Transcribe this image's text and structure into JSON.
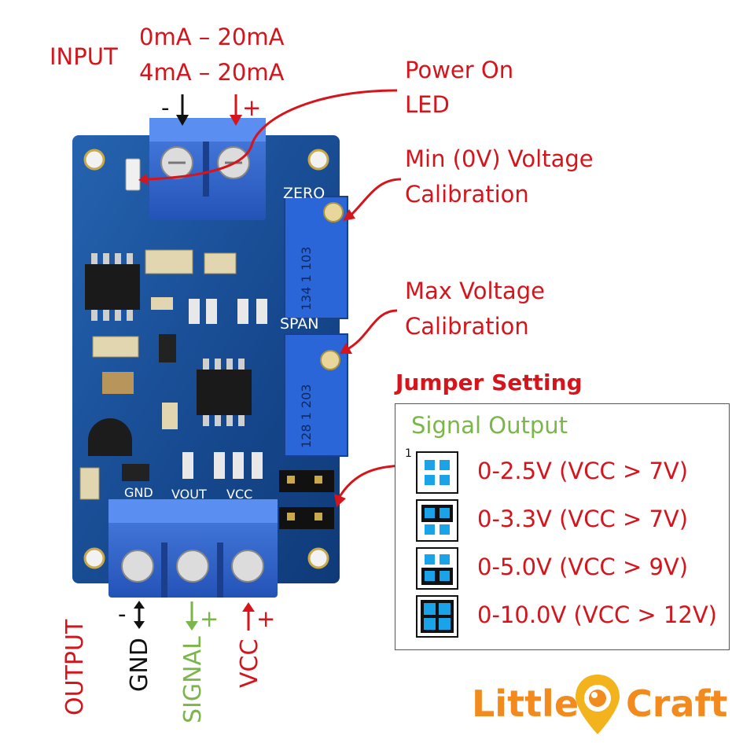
{
  "input": {
    "label": "INPUT",
    "range_1": "0mA – 20mA",
    "range_2": "4mA – 20mA",
    "minus": "-",
    "plus": "+"
  },
  "annotations": {
    "power_led_1": "Power On",
    "power_led_2": "LED",
    "min_cal_1": "Min (0V) Voltage",
    "min_cal_2": "Calibration",
    "max_cal_1": "Max Voltage",
    "max_cal_2": "Calibration"
  },
  "jumper": {
    "title": "Jumper Setting",
    "subtitle": "Signal Output",
    "pin_marker": "1",
    "options": [
      {
        "text": "0-2.5V (VCC > 7V)"
      },
      {
        "text": "0-3.3V (VCC > 7V)"
      },
      {
        "text": "0-5.0V (VCC > 9V)"
      },
      {
        "text": "0-10.0V (VCC > 12V)"
      }
    ]
  },
  "output": {
    "label": "OUTPUT",
    "gnd": "GND",
    "signal": "SIGNAL",
    "vcc": "VCC",
    "minus": "-",
    "plus_signal": "+",
    "plus_vcc": "+"
  },
  "board_silkscreen": {
    "zero": "ZERO",
    "span": "SPAN",
    "gnd": "GND",
    "vout": "VOUT",
    "vcc": "VCC",
    "pot1_code": "134 1 103",
    "pot2_code": "128 1 203"
  },
  "brand": {
    "word_1": "Little",
    "word_2": "Craft"
  },
  "colors": {
    "red": "#d6141c",
    "green": "#7ab648",
    "orange": "#f28a1d",
    "pcb_blue": "#1a4e96",
    "jumper_cyan": "#1aa3e8"
  }
}
